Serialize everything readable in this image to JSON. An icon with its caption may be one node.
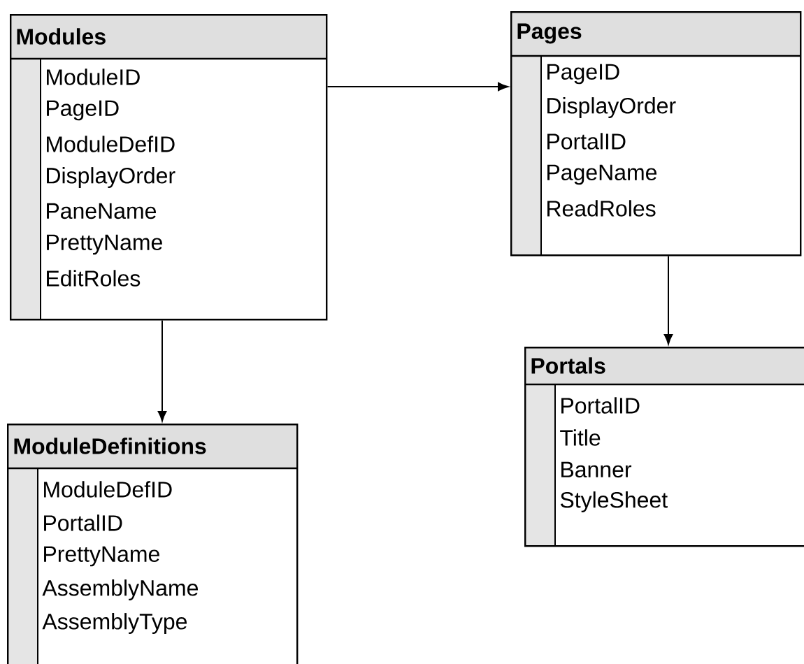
{
  "diagram": {
    "nodes": [
      {
        "text": [
          "Modules",
          "ModuleID",
          "PageID",
          "ModuleDefID",
          "DisplayOrder",
          "PaneName",
          "PrettyName",
          "EditRoles"
        ]
      },
      {
        "text": [
          "Pages",
          "PageID",
          "DisplayOrder",
          "PortalID",
          "PageName",
          "ReadRoles"
        ]
      },
      {
        "text": [
          "ModuleDefinitions",
          "ModuleDefID",
          "PortalID",
          "PrettyName",
          "AssemblyName",
          "AssemblyType"
        ]
      },
      {
        "text": [
          "Portals",
          "PortalID",
          "Title",
          "Banner",
          "StyleSheet"
        ]
      }
    ],
    "edges": [
      {
        "from": 0,
        "to": 1,
        "arrow": "to"
      },
      {
        "from": 0,
        "to": 2,
        "arrow": "to"
      },
      {
        "from": 1,
        "to": 3,
        "arrow": "to"
      }
    ]
  }
}
